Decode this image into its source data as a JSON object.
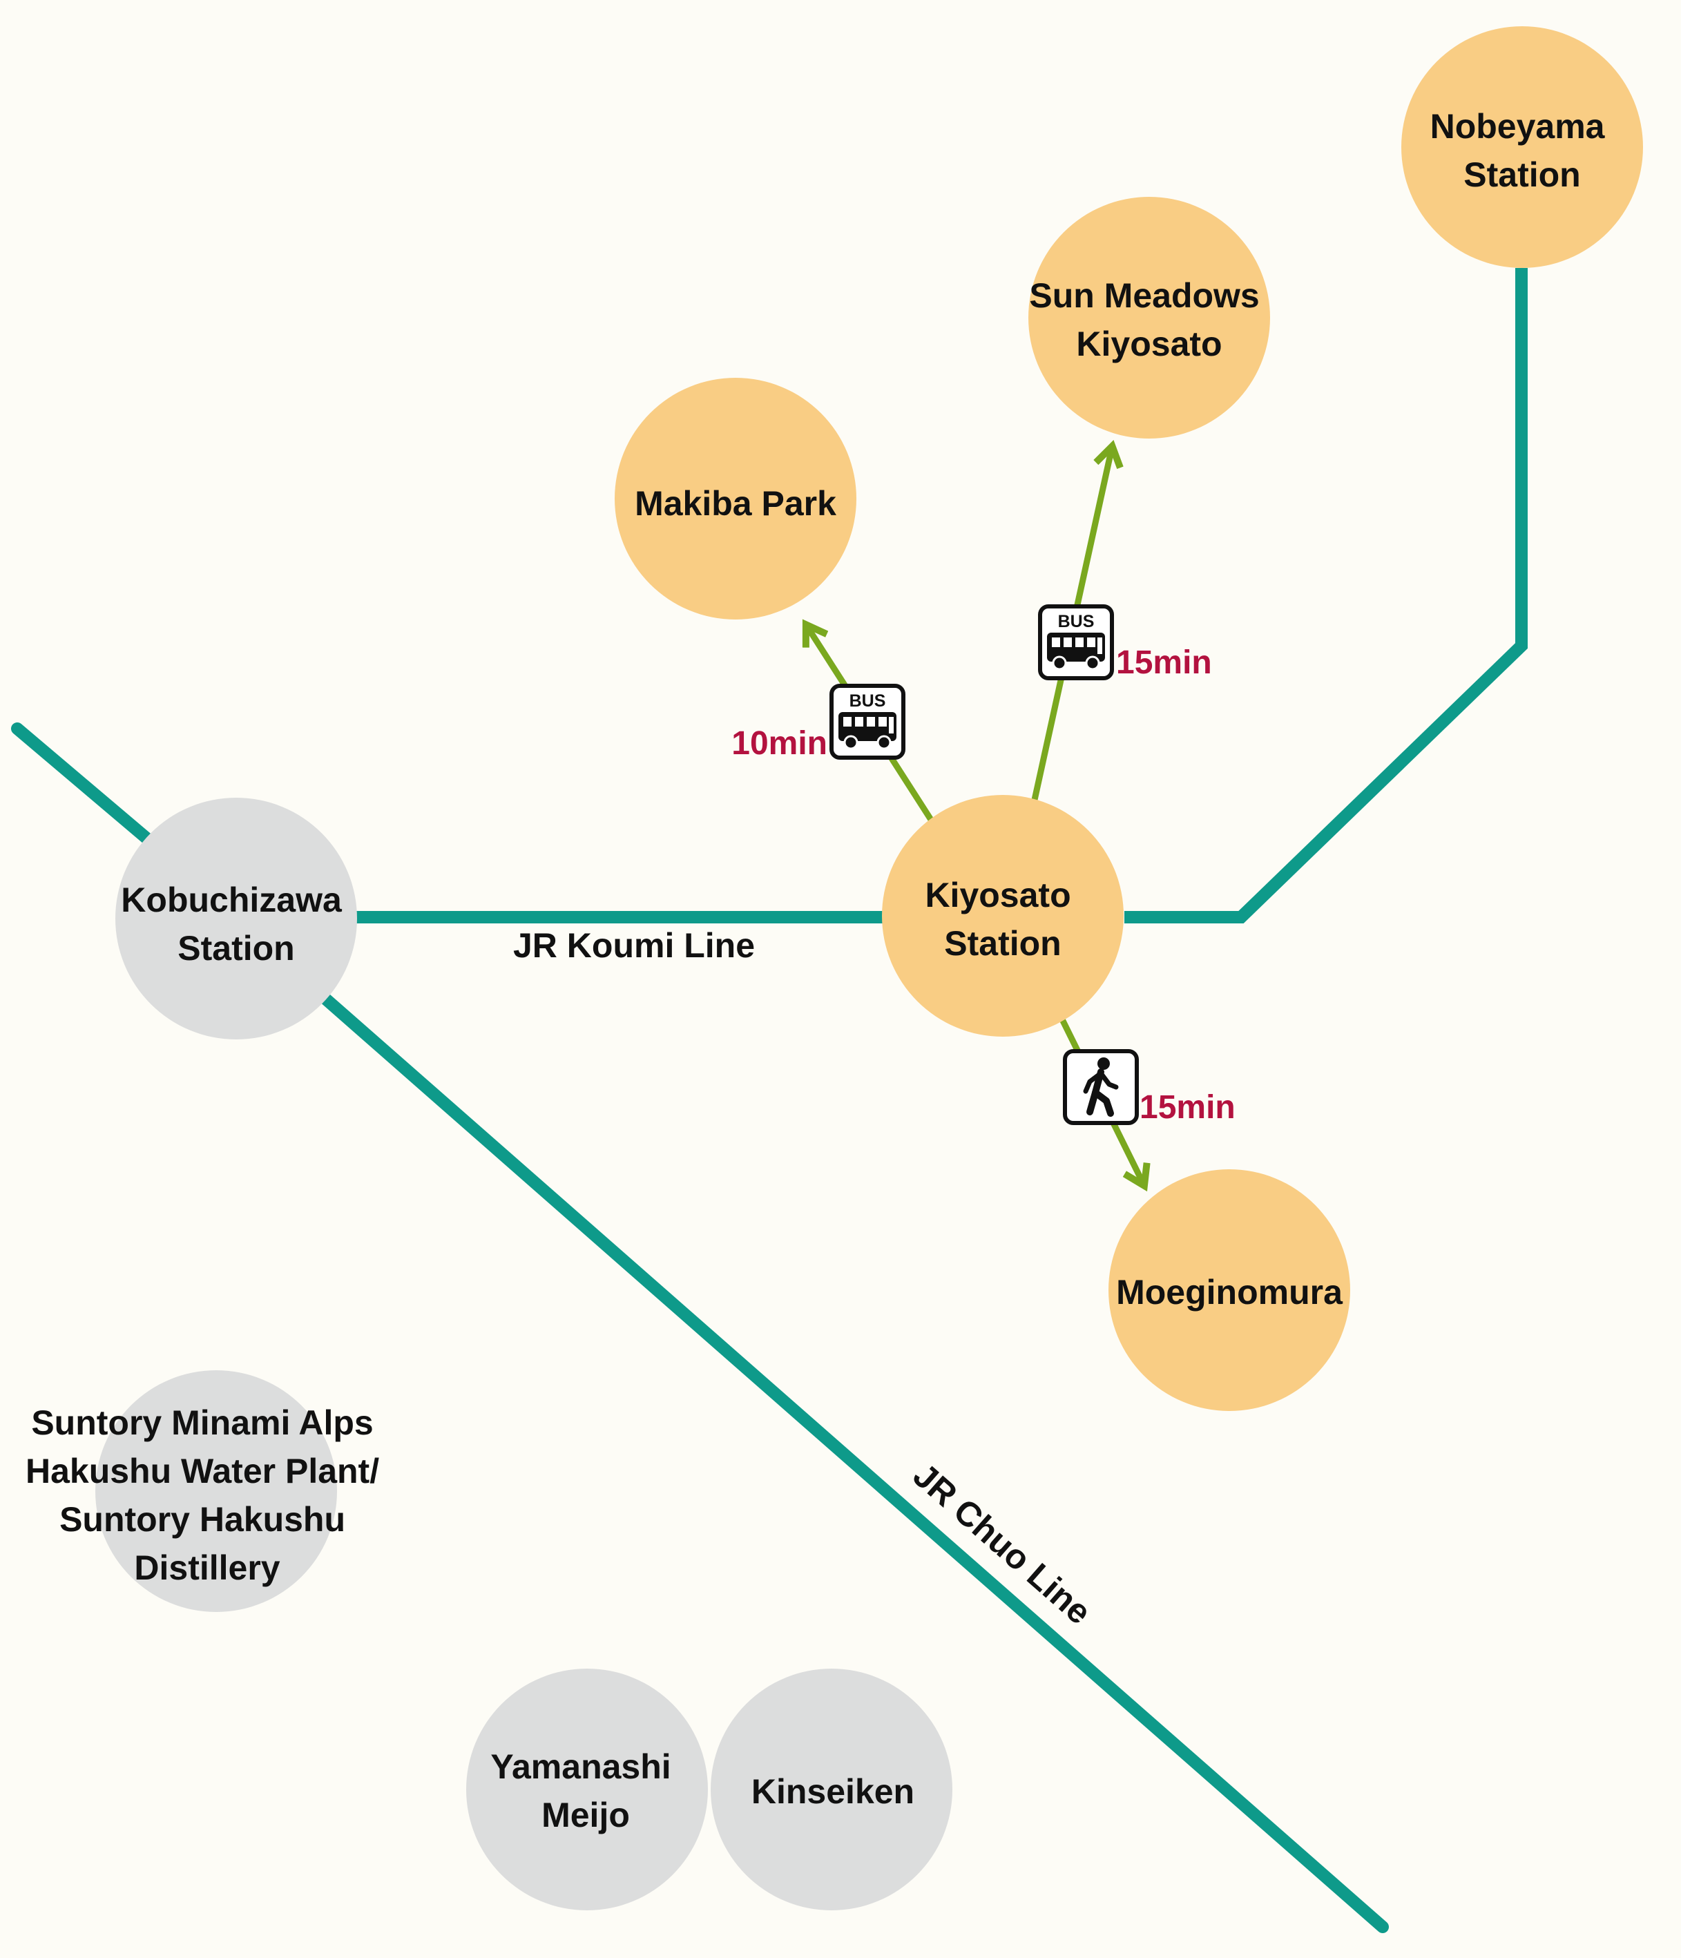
{
  "colors": {
    "background": "#fdfcf6",
    "rail_line": "#0e9a8a",
    "access_route": "#7aa81f",
    "kiyosato_area_spot": "#f9cd84",
    "other_spot": "#dcdddd",
    "travel_time": "#b3123f"
  },
  "rail_lines": {
    "koumi": {
      "label": "JR Koumi Line"
    },
    "chuo": {
      "label": "JR Chuo Line"
    }
  },
  "spots": {
    "kobuchizawa": {
      "lines": [
        "Kobuchizawa",
        "Station"
      ]
    },
    "kiyosato_station": {
      "lines": [
        "Kiyosato",
        "Station"
      ]
    },
    "nobeyama": {
      "lines": [
        "Nobeyama",
        "Station"
      ]
    },
    "sun_meadows": {
      "lines": [
        "Sun Meadows",
        "Kiyosato"
      ]
    },
    "makiba": {
      "lines": [
        "Makiba Park"
      ]
    },
    "moeginomura": {
      "lines": [
        "Moeginomura"
      ]
    },
    "suntory": {
      "lines": [
        "Suntory Minami Alps",
        "Hakushu Water Plant/",
        "Suntory Hakushu",
        "Distillery"
      ]
    },
    "yamanashi": {
      "lines": [
        "Yamanashi",
        "Meijo"
      ]
    },
    "kinseiken": {
      "lines": [
        "Kinseiken"
      ]
    }
  },
  "access": {
    "to_makiba": {
      "mode": "bus-icon",
      "mode_text": "BUS",
      "time": "10min"
    },
    "to_sun_meadows": {
      "mode": "bus-icon",
      "mode_text": "BUS",
      "time": "15min"
    },
    "to_moeginomura": {
      "mode": "walking-person-icon",
      "time": "15min"
    }
  }
}
